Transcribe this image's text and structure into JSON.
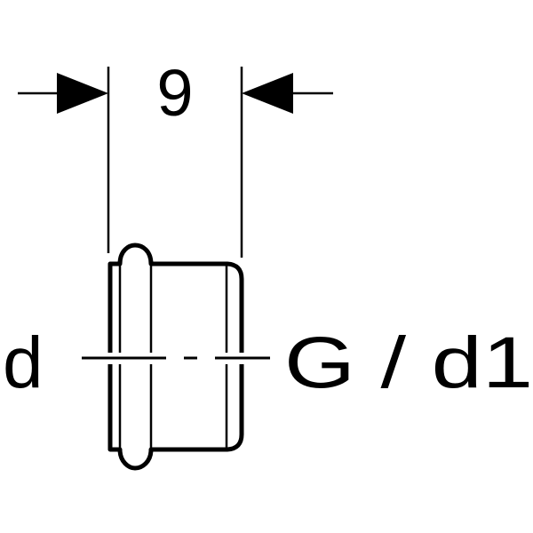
{
  "dimension": {
    "value": "9"
  },
  "labels": {
    "left": "d",
    "right": "G / d1"
  },
  "colors": {
    "ink": "#000000",
    "background": "#ffffff"
  }
}
